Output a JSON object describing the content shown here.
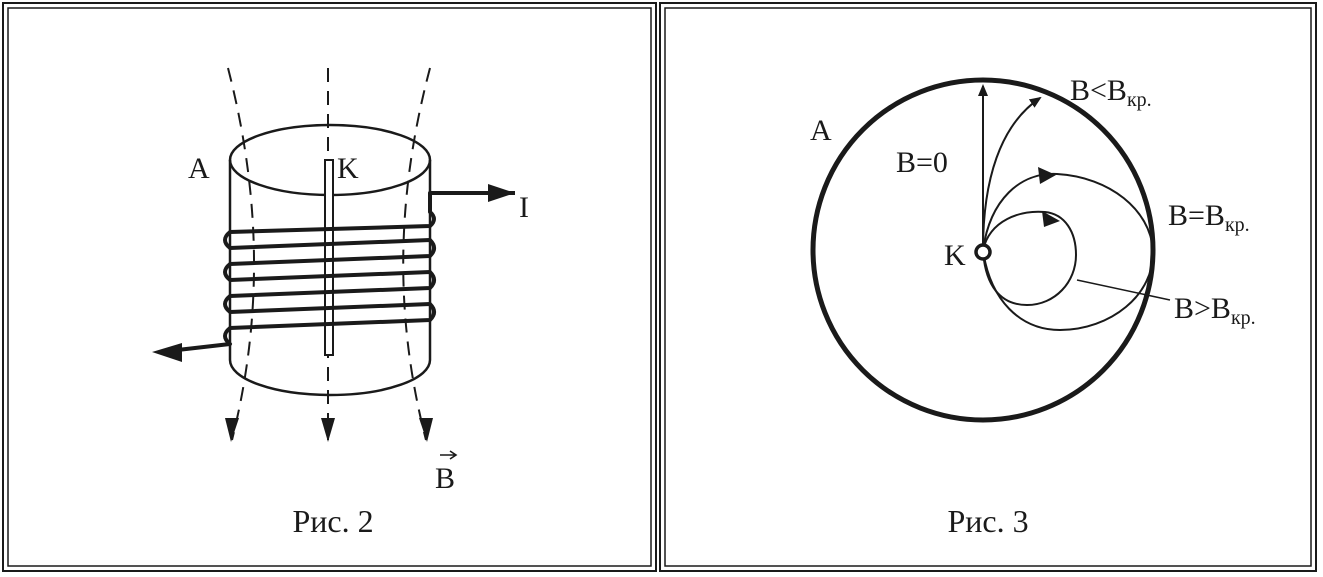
{
  "fig2": {
    "label_A": "A",
    "label_K": "K",
    "label_I": "I",
    "label_B": "B",
    "caption": "Рис. 2"
  },
  "fig3": {
    "label_A": "A",
    "label_K": "K",
    "label_B0": "B=0",
    "label_less": {
      "main": "B<B",
      "sub": "кр."
    },
    "label_eq": {
      "main": "B=B",
      "sub": "кр."
    },
    "label_more": {
      "main": "B>B",
      "sub": "кр."
    },
    "caption": "Рис. 3"
  },
  "colors": {
    "ink": "#1a1a1a",
    "background": "#ffffff"
  }
}
